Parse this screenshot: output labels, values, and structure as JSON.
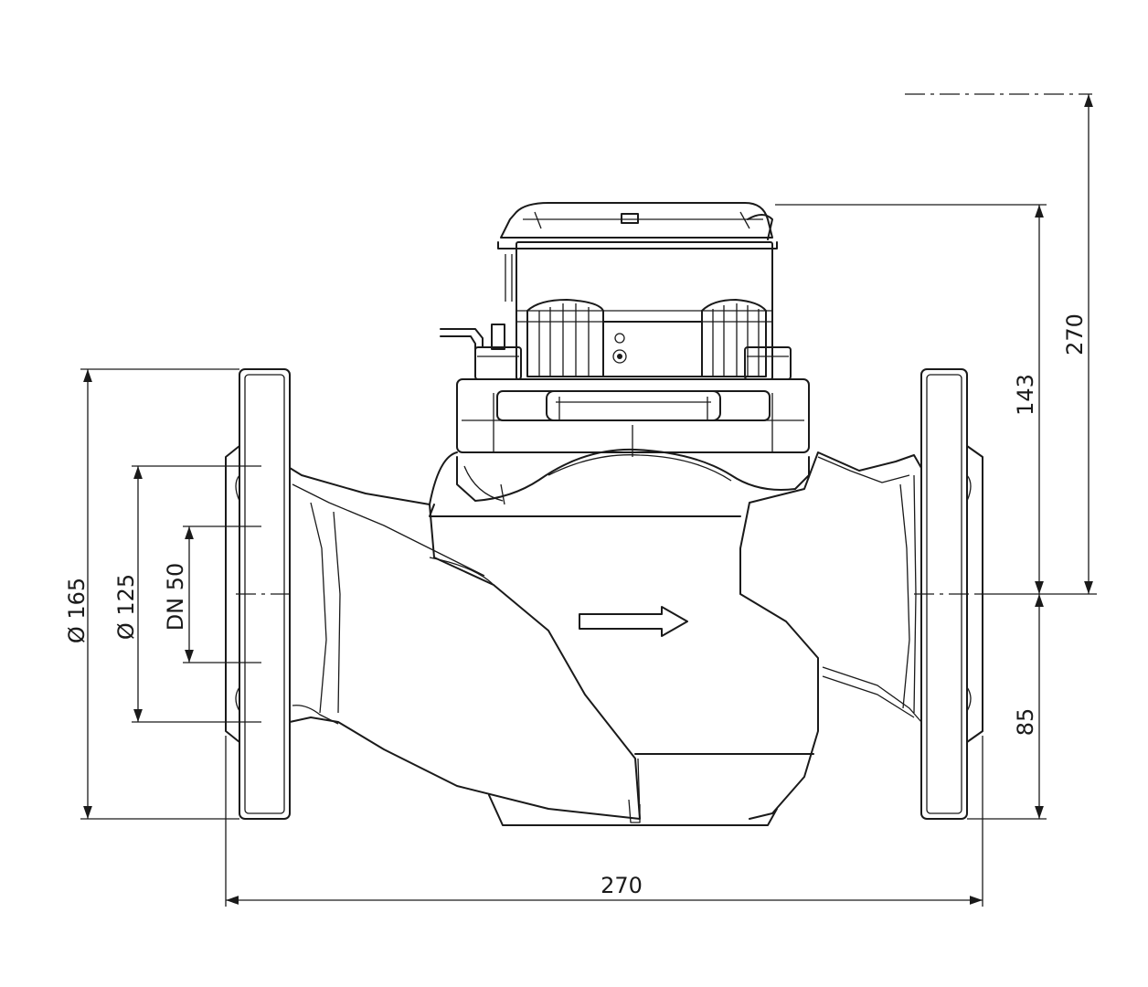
{
  "dimensions": {
    "overall_height": "270",
    "height_above_axis": "143",
    "height_below_axis": "85",
    "flange_diameter": "Ø 165",
    "bolt_circle_diameter": "Ø 125",
    "nominal_diameter": "DN 50",
    "overall_length": "270"
  },
  "icons": {
    "flow_direction": "flow-direction-arrow"
  }
}
